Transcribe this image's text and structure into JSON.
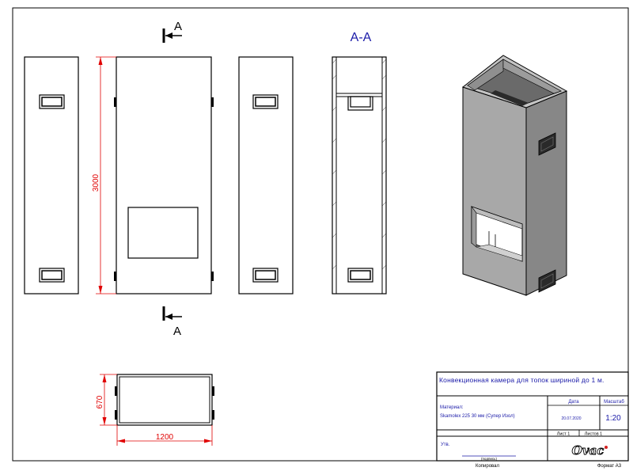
{
  "section": {
    "cut_label": "A",
    "view_label": "A-A"
  },
  "dimensions": {
    "height": "3000",
    "width": "1200",
    "depth": "670"
  },
  "title_block": {
    "title": "Конвекционная камера для топок шириной до 1 м.",
    "material_label": "Материал:",
    "material_value": "Skamolex 225 30 мм (Супер Изол)",
    "date_label": "Дата",
    "date_value": "20.07.2020",
    "scale_label": "Масштаб",
    "scale_value": "1:20",
    "sheet_label": "Лист 1",
    "sheets_label": "Листов 1",
    "approved_label": "Утв.",
    "signature_label": "(подпись)",
    "logo": "Ovaс"
  },
  "footer": {
    "copied_label": "Копировал",
    "format_label": "Формат А3"
  },
  "colors": {
    "line": "#000000",
    "dimension": "#e00000",
    "title_text": "#1a1aa8",
    "logo_red": "#d42020",
    "iso_front": "#a8a8a8",
    "iso_side": "#878787",
    "iso_top": "#c0c0c0",
    "iso_inner": "#6a6a6a"
  }
}
